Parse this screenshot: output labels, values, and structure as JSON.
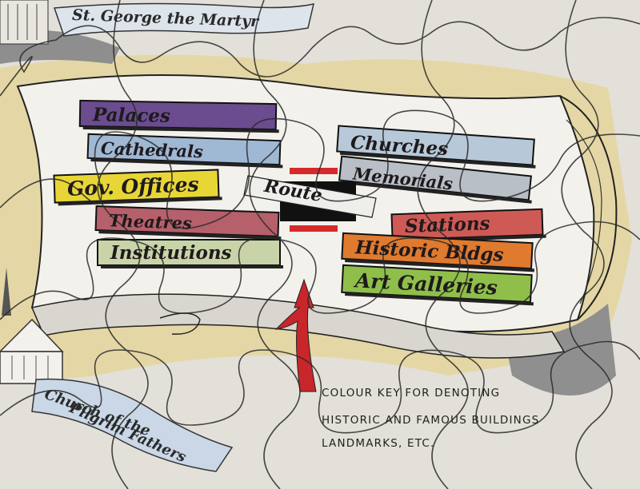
{
  "banners": {
    "top": "St. George the Martyr",
    "bottom_line1": "Church of the",
    "bottom_line2": "Pilgrim Fathers"
  },
  "key": {
    "left": [
      {
        "label": "Palaces",
        "color": "#6b4c8f"
      },
      {
        "label": "Cathedrals",
        "color": "#9fb8d4"
      },
      {
        "label": "Gov. Offices",
        "color": "#e8d637"
      },
      {
        "label": "Theatres",
        "color": "#b5606a"
      },
      {
        "label": "Institutions",
        "color": "#c9d3a8"
      }
    ],
    "route": {
      "label": "Route",
      "color": "#d62a2a"
    },
    "right": [
      {
        "label": "Churches",
        "color": "#b7c8d8"
      },
      {
        "label": "Memorials",
        "color": "#b9bfc6"
      },
      {
        "label": "Stations",
        "color": "#cf5a55"
      },
      {
        "label": "Historic Bldgs",
        "color": "#e07a2f"
      },
      {
        "label": "Art Galleries",
        "color": "#8fbf4a"
      }
    ]
  },
  "caption": {
    "line1": "COLOUR KEY FOR DENOTING",
    "line2": "HISTORIC AND FAMOUS BUILDINGS",
    "line3": "LANDMARKS, ETC."
  },
  "colors": {
    "scroll": "#f3f1ec",
    "shadow": "#9a9a9a",
    "ochre": "#e2d08e",
    "arrow": "#c8262a"
  }
}
